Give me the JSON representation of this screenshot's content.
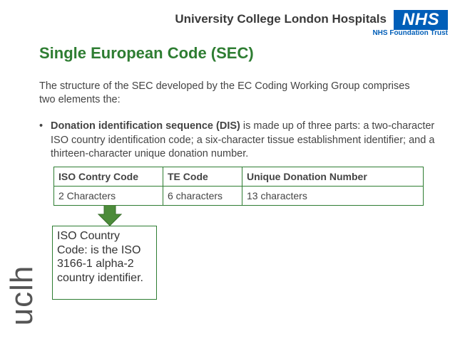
{
  "header": {
    "org_name": "University College London Hospitals",
    "nhs_badge": "NHS",
    "trust_label": "NHS Foundation Trust"
  },
  "side_logo": "uclh",
  "slide": {
    "title": "Single European Code (SEC)",
    "intro": "The structure of the SEC developed by the EC Coding Working Group comprises two elements the:",
    "bullet": {
      "marker": "•",
      "bold": "Donation identification sequence (DIS)",
      "rest": " is made up of three parts: a two-character ISO country identification code; a six-character tissue establishment identifier; and a thirteen-character unique donation number."
    },
    "table": {
      "headers": [
        "ISO Contry Code",
        "TE Code",
        "Unique Donation Number"
      ],
      "row": [
        "2 Characters",
        "6 characters",
        "13 characters"
      ]
    },
    "note": "ISO Country Code: is the ISO 3166-1 alpha-2 country identifier."
  },
  "colors": {
    "accent_green": "#2e7d32",
    "nhs_blue": "#005EB8",
    "arrow_green": "#4c8c3a"
  },
  "icons": {
    "arrow": "down-arrow-icon"
  }
}
